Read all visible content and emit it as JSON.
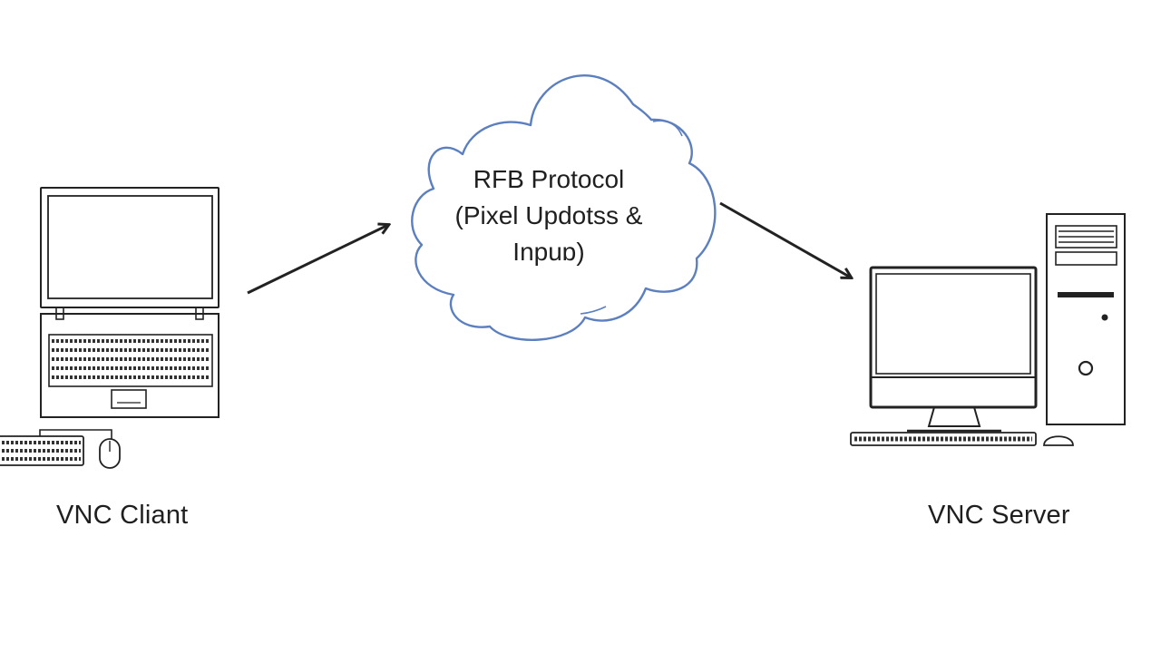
{
  "nodes": {
    "client": {
      "label": "VNC Cliant"
    },
    "server": {
      "label": "VNC Server"
    }
  },
  "cloud": {
    "lines": [
      "RFB Protocol",
      "(Pixel Updotss &",
      "Inpuɒ)"
    ]
  },
  "colors": {
    "line": "#222222",
    "cloud_stroke": "#5b7fbf",
    "background": "#ffffff"
  },
  "icons": [
    "laptop-icon",
    "external-keyboard-icon",
    "mouse-icon",
    "cloud-icon",
    "desktop-computer-icon"
  ]
}
